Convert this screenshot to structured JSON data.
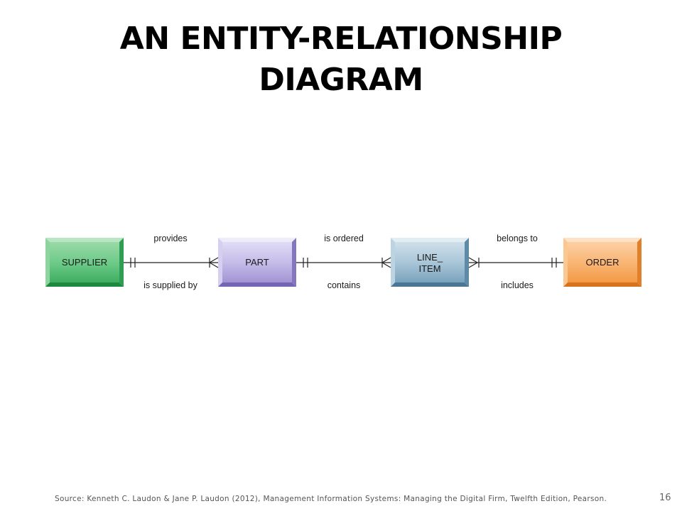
{
  "slide": {
    "title_line1": "AN ENTITY-RELATIONSHIP",
    "title_line2": "DIAGRAM",
    "source": "Source: Kenneth C. Laudon & Jane P. Laudon (2012), Management Information  Systems: Managing the Digital Firm, Twelfth Edition, Pearson.",
    "page_number": "16"
  },
  "diagram": {
    "entities": [
      {
        "id": "supplier",
        "label": "SUPPLIER",
        "color": "#5cc07a"
      },
      {
        "id": "part",
        "label": "PART",
        "color": "#a898d6"
      },
      {
        "id": "line_item",
        "label_line1": "LINE_",
        "label_line2": "ITEM",
        "color": "#7fa9c4"
      },
      {
        "id": "order",
        "label": "ORDER",
        "color": "#f7a45a"
      }
    ],
    "relationships": [
      {
        "from": "supplier",
        "to": "part",
        "label_top": "provides",
        "label_bottom": "is supplied by",
        "from_end": "one",
        "to_end": "one-or-many"
      },
      {
        "from": "part",
        "to": "line_item",
        "label_top": "is ordered",
        "label_bottom": "contains",
        "from_end": "one",
        "to_end": "one-or-many"
      },
      {
        "from": "line_item",
        "to": "order",
        "label_top": "belongs to",
        "label_bottom": "includes",
        "from_end": "one-or-many",
        "to_end": "one"
      }
    ]
  }
}
